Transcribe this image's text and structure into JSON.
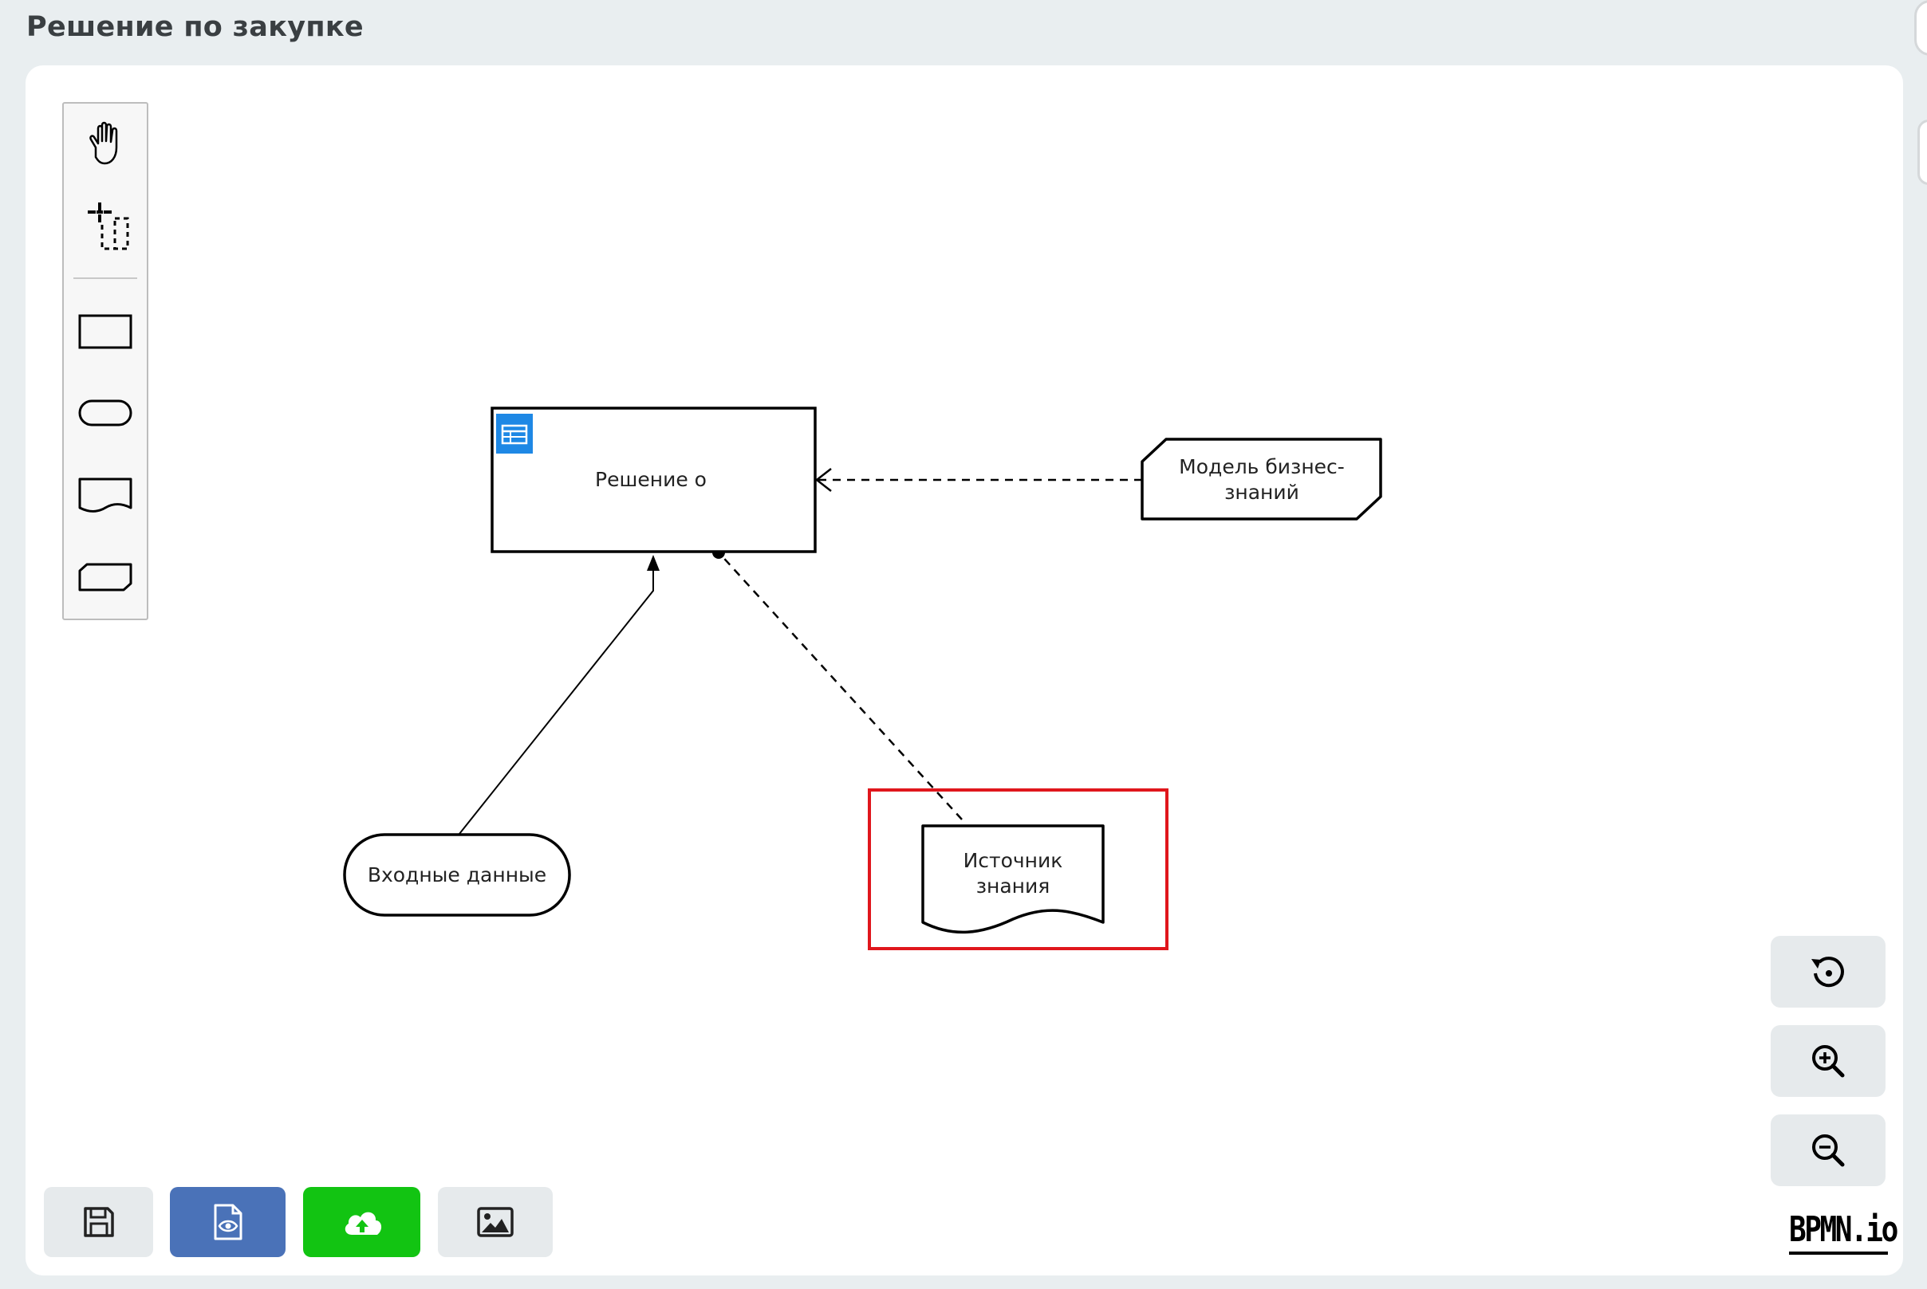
{
  "page": {
    "title": "Решение по закупке"
  },
  "palette": {
    "tools": [
      {
        "name": "hand-tool",
        "icon": "hand-icon"
      },
      {
        "name": "lasso-tool",
        "icon": "lasso-icon"
      },
      {
        "name": "create-decision-tool",
        "icon": "rectangle-icon"
      },
      {
        "name": "create-input-data-tool",
        "icon": "rounded-rectangle-icon"
      },
      {
        "name": "create-knowledge-source-tool",
        "icon": "wavy-rectangle-icon"
      },
      {
        "name": "create-business-knowledge-model-tool",
        "icon": "clipped-rectangle-icon"
      }
    ]
  },
  "diagram": {
    "decision": {
      "label": "Решение о",
      "icon": "decision-table-icon",
      "icon_color": "#1e88e5"
    },
    "business_knowledge_model": {
      "label_line1": "Модель бизнес-",
      "label_line2": "знаний"
    },
    "input_data": {
      "label": "Входные данные"
    },
    "knowledge_source": {
      "label_line1": "Источник",
      "label_line2": "знания",
      "selected": true,
      "highlight_color": "#e0161c"
    }
  },
  "zoom_controls": [
    {
      "name": "reset-view-button",
      "icon": "reset-view-icon"
    },
    {
      "name": "zoom-in-button",
      "icon": "zoom-in-icon"
    },
    {
      "name": "zoom-out-button",
      "icon": "zoom-out-icon"
    }
  ],
  "action_buttons": [
    {
      "name": "save-button",
      "icon": "floppy-disk-icon",
      "color": "#e6eaec"
    },
    {
      "name": "preview-button",
      "icon": "document-eye-icon",
      "color": "#4a72b8"
    },
    {
      "name": "upload-button",
      "icon": "cloud-upload-icon",
      "color": "#12c412"
    },
    {
      "name": "export-image-button",
      "icon": "image-icon",
      "color": "#e6eaec"
    }
  ],
  "watermark": {
    "text": "BPMN.io"
  }
}
